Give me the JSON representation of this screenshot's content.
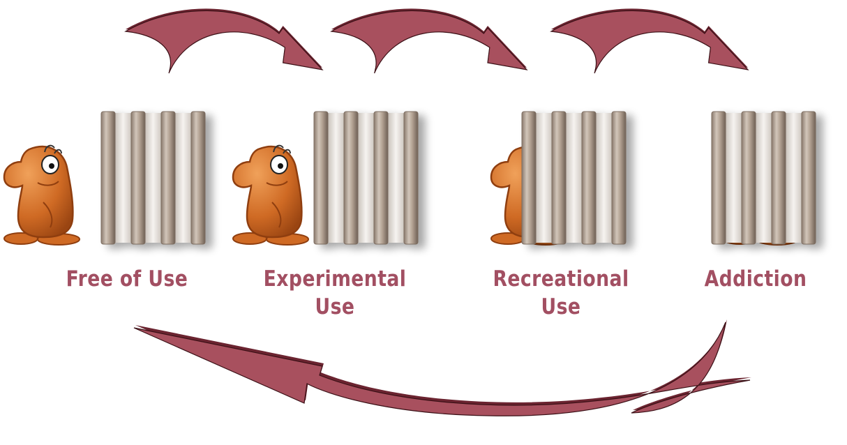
{
  "colors": {
    "arrow": "#a8505e",
    "arrow_dark": "#6b2430",
    "label": "#a24f62",
    "character": "#cf6a24",
    "character_dark": "#8f3e0f",
    "bar": "#b6a596",
    "bar_light": "#ece6df",
    "bar_dark": "#7d6d61"
  },
  "stages": [
    {
      "line1": "Free of Use",
      "line2": "",
      "character_position": "outside"
    },
    {
      "line1": "Experimental",
      "line2": "Use",
      "character_position": "outside"
    },
    {
      "line1": "Recreational",
      "line2": "Use",
      "character_position": "half-inside"
    },
    {
      "line1": "Addiction",
      "line2": "",
      "character_position": "inside"
    }
  ],
  "arrows": [
    {
      "from_stage": 1,
      "to_stage": 2
    },
    {
      "from_stage": 2,
      "to_stage": 3
    },
    {
      "from_stage": 3,
      "to_stage": 4
    },
    {
      "from_stage": 4,
      "to_stage": 1
    }
  ]
}
